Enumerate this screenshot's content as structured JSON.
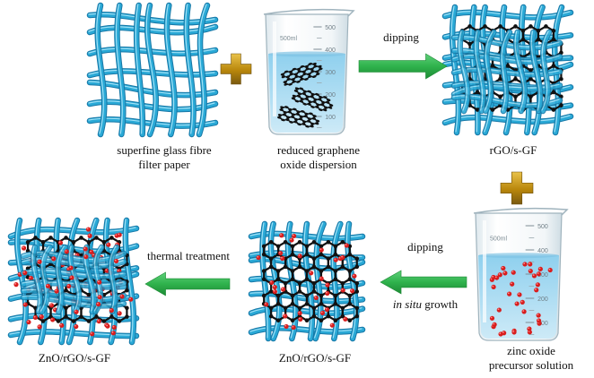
{
  "colors": {
    "fibre": "#2aa9d6",
    "fibre_dark": "#1677a6",
    "lattice": "#111111",
    "arrow": "#2fb24c",
    "arrow_dark": "#1d8a35",
    "plus": "#c49a1e",
    "liquid": "#bfe3f3",
    "liquid_dark": "#7fc3e4",
    "particle": "#d81d1d"
  },
  "beaker": {
    "volume_label": "500ml",
    "marks": [
      "500",
      "400",
      "300",
      "200",
      "100"
    ]
  },
  "labels": {
    "fibre_paper": [
      "superfine glass fibre",
      "filter paper"
    ],
    "rgo_dispersion": [
      "reduced graphene",
      "oxide dispersion"
    ],
    "rgo_sgf": "rGO/s-GF",
    "zinc_precursor": [
      "zinc oxide",
      "precursor solution"
    ],
    "zno_middle": "ZnO/rGO/s-GF",
    "zno_final": "ZnO/rGO/s-GF"
  },
  "steps": {
    "dipping_top": "dipping",
    "dipping_bottom": "dipping",
    "in_situ_italic": "in situ",
    "in_situ_rest": " growth",
    "thermal": "thermal treatment"
  },
  "icons": {
    "plus": "plus-icon",
    "arrow_right": "arrow-right-icon",
    "arrow_left": "arrow-left-icon",
    "beaker": "beaker-icon"
  }
}
